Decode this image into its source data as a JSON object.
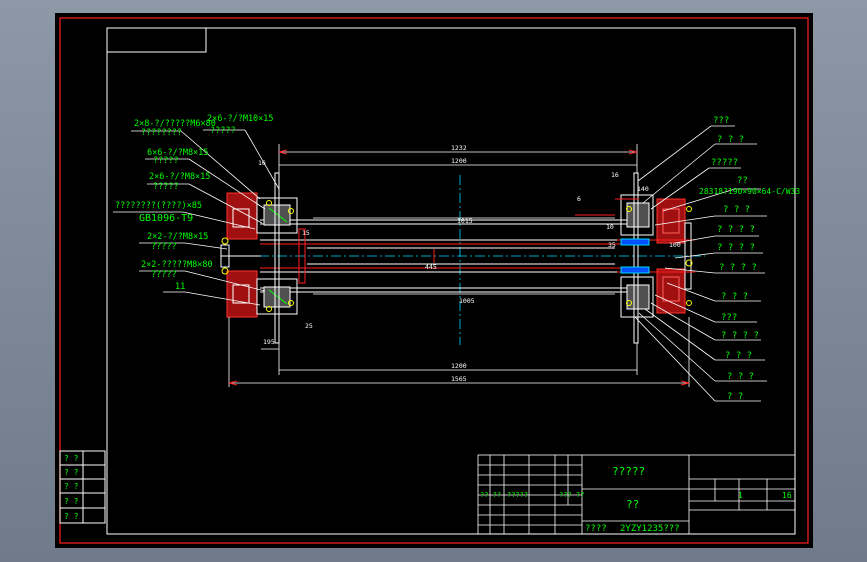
{
  "drawing": {
    "left_labels": [
      "2×8-?/?????M6×80",
      "????????",
      "2×6-?/?M10×15",
      "?????",
      "6×6-?/?M8×15",
      "?????",
      "2×6-?/?M8×15",
      "?????",
      "????????(????)×85",
      "GB1096-T9",
      "2×2-?/?M8×15",
      "?????",
      "2×2-?????M8×80",
      "?????",
      "11"
    ],
    "right_labels": [
      "???",
      "? ? ?",
      "?????",
      "??",
      "28318?190×90×64-C/W33",
      "? ? ?",
      "? ? ? ?",
      "? ? ? ?",
      "? ? ? ?",
      "? ? ?",
      "???",
      "? ? ? ?",
      "? ? ?",
      "? ? ?",
      "? ?"
    ],
    "dimensions": {
      "d1232": "1232",
      "d1200_top": "1200",
      "d1015": "1015",
      "d1005": "1005",
      "d1200_bottom": "1200",
      "d1565": "1565",
      "d16_left": "16",
      "d16_right": "16",
      "d6": "6",
      "d10": "10",
      "d35": "35",
      "d25": "25",
      "d195": "195",
      "d140": "140",
      "d100": "100",
      "d445": "445",
      "d15": "15"
    },
    "title_block": {
      "title": "?????",
      "subtitle": "??",
      "drawing_no": "2YZY1235???",
      "label_a": "????",
      "sheet_total": "1",
      "sheet_no": "16",
      "row_marks": [
        "?? ??",
        "?????",
        "??? ??"
      ]
    },
    "side_table": [
      "? ?",
      "? ?",
      "? ?",
      "? ?",
      "? ?"
    ]
  }
}
